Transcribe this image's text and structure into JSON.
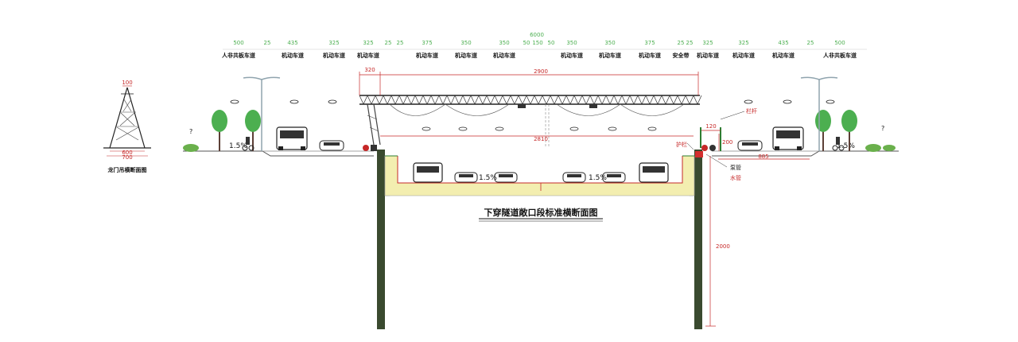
{
  "lanes": [
    {
      "width": "500",
      "name": "人非共板车道"
    },
    {
      "width": "25",
      "name": ""
    },
    {
      "width": "435",
      "name": "机动车道"
    },
    {
      "width": "325",
      "name": "机动车道"
    },
    {
      "width": "325",
      "name": "机动车道"
    },
    {
      "width": "25",
      "name": ""
    },
    {
      "width": "25",
      "name": ""
    },
    {
      "width": "375",
      "name": "机动车道"
    },
    {
      "width": "350",
      "name": "机动车道"
    },
    {
      "width": "350",
      "name": "机动车道"
    },
    {
      "width": "50",
      "name": ""
    },
    {
      "width": "150",
      "name": ""
    },
    {
      "width": "50",
      "name": ""
    },
    {
      "width": "350",
      "name": "机动车道"
    },
    {
      "width": "350",
      "name": "机动车道"
    },
    {
      "width": "375",
      "name": "机动车道"
    },
    {
      "width": "25",
      "name": "安全带"
    },
    {
      "width": "25",
      "name": ""
    },
    {
      "width": "325",
      "name": "机动车道"
    },
    {
      "width": "325",
      "name": "机动车道"
    },
    {
      "width": "435",
      "name": "机动车道"
    },
    {
      "width": "25",
      "name": ""
    },
    {
      "width": "500",
      "name": "人非共板车道"
    }
  ],
  "total_width": "6000",
  "dims": {
    "d320": "320",
    "d2900": "2900",
    "d2810": "2810",
    "d120": "120",
    "d200": "200",
    "d885": "885",
    "d2000": "2000",
    "d600": "600",
    "d700": "700",
    "d100": "100"
  },
  "slopes": {
    "left_road": "1.5%",
    "right_road": "1.5%",
    "tunnel_left": "1.5%",
    "tunnel_right": "1.5%"
  },
  "labels": {
    "railing": "栏杆",
    "guardrail": "护栏",
    "pipe_a": "泵管",
    "pipe_b": "水管",
    "q_left": "?",
    "q_right": "?",
    "gantry_caption": "龙门吊横断面图",
    "main_caption": "下穿隧道敞口段标准横断面图"
  }
}
